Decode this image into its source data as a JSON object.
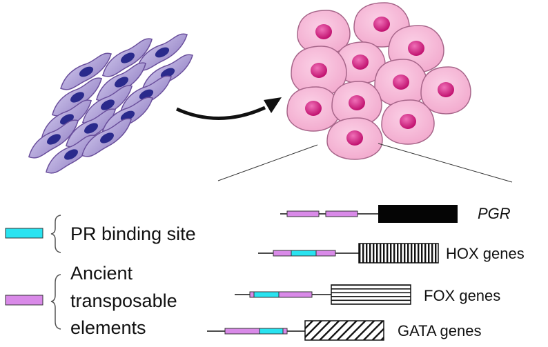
{
  "legend": {
    "pr_binding_site": "PR binding site",
    "ancient_te": [
      "Ancient",
      "transposable",
      "elements"
    ]
  },
  "genes": [
    "PGR",
    "HOX genes",
    "FOX genes",
    "GATA genes"
  ],
  "colors": {
    "fibroblast_fill": "#a99ad3",
    "fibroblast_stroke": "#6a4f9c",
    "fibroblast_nucleus": "#2a2a8c",
    "decidual_fill": "#f7b6d6",
    "decidual_stroke": "#a7668a",
    "decidual_nucleus": "#d4157a",
    "pr_site": "#29e3f0",
    "transposable_element": "#d98ae8"
  },
  "icons": [
    "curved-arrow-icon",
    "bracket-icon"
  ]
}
